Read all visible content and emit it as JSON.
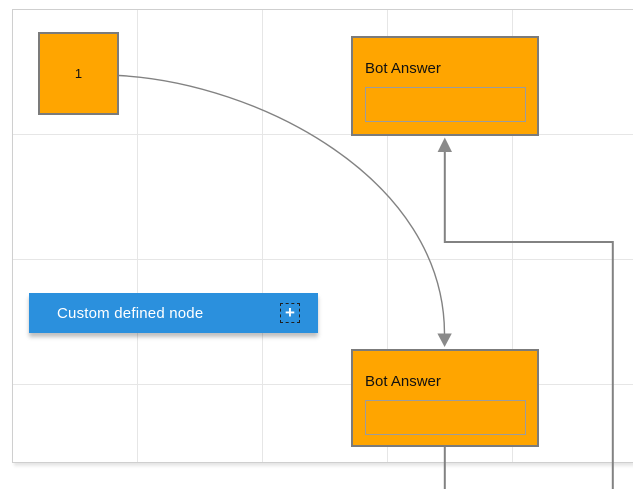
{
  "colors": {
    "node_fill": "#FFA500",
    "node_stroke": "#7b7b7b",
    "inner_box_stroke": "#9c9c9c",
    "custom_node_fill": "#2b90dd",
    "custom_node_text": "#ffffff",
    "connector": "#828282",
    "arrowhead": "#8a8a8a",
    "grid_line": "#e6e6e6",
    "page_border": "#cfcfcf",
    "canvas_bg": "#ffffff",
    "node_label_color": "#111111"
  },
  "nodes": {
    "start_node": {
      "label": "1"
    },
    "bot_answer_top": {
      "title": "Bot Answer",
      "input_value": ""
    },
    "bot_answer_bottom": {
      "title": "Bot Answer",
      "input_value": ""
    },
    "custom_node": {
      "label": "Custom defined node",
      "plus_icon": "+"
    }
  }
}
